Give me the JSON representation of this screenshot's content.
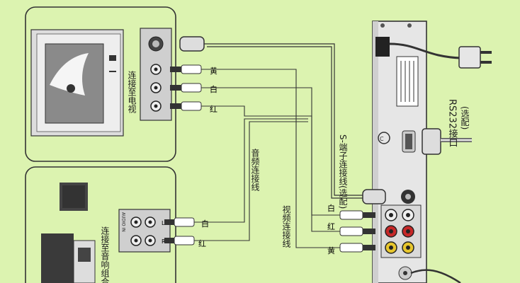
{
  "colors": {
    "background": "#dcf3b0",
    "line": "#2b2b2b",
    "panel": "#c9c9c9",
    "plug_red": "#c62828",
    "plug_yellow": "#e7c62d",
    "plug_white": "#efefef"
  },
  "labels": {
    "tv_panel": "连接至电视",
    "audio_panel": "连接至音响组合",
    "svideo_cable": "S-端子连接线(选配)",
    "audio_cable": "音频连接线",
    "video_cable": "视频连接线",
    "rs232": "RS232接口",
    "rs232_optional": "(选配)",
    "yellow_1": "黄",
    "white_1": "白",
    "red_1": "红",
    "white_2": "白",
    "red_2": "红",
    "white_3": "白",
    "red_3": "红",
    "yellow_3": "黄",
    "audio_in": "AUDIO IN",
    "audio_L": "L",
    "audio_R": "R"
  }
}
